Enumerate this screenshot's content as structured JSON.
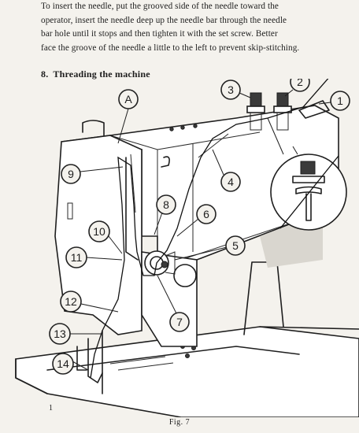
{
  "intro_paragraph": {
    "lines": [
      "To insert the needle, put the grooved side of the needle toward the",
      "operator, insert the needle deep up the needle bar through the needle",
      "bar hole until it stops and then tighten it with the set screw. Better",
      "face the groove of the needle a little to the left to prevent skip-stitching."
    ]
  },
  "section": {
    "number": "8.",
    "title": "Threading the machine"
  },
  "figure": {
    "callouts": [
      "A",
      "1",
      "2",
      "3",
      "4",
      "5",
      "6",
      "7",
      "8",
      "9",
      "10",
      "11",
      "12",
      "13",
      "14"
    ],
    "caption": "Fig. 7"
  },
  "page_mark": "1"
}
